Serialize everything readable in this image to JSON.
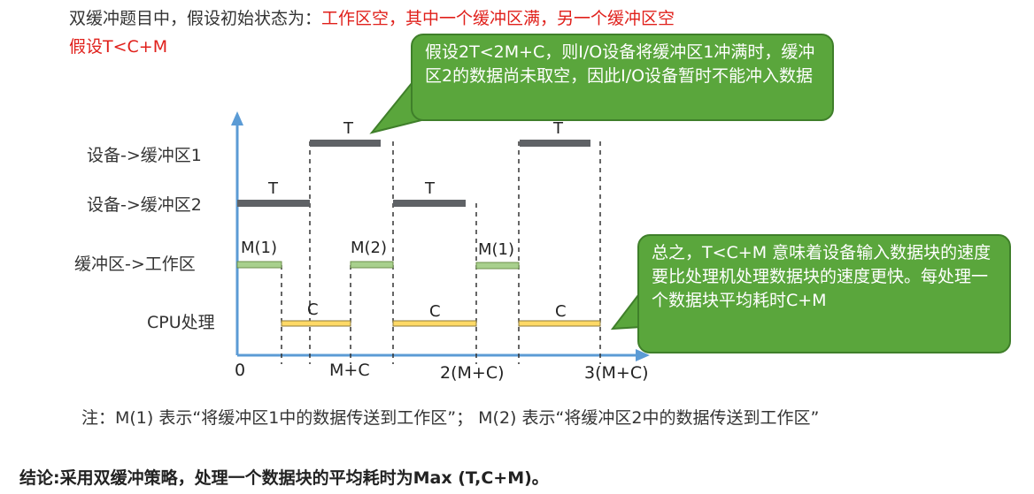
{
  "intro": {
    "line1_a": "双缓冲题目中，假设初始状态为：",
    "line1_b": "工作区空，其中一个缓冲区满，另一个缓冲区空",
    "line2": "假设T<C+M"
  },
  "rows": [
    {
      "label": "设备->缓冲区1"
    },
    {
      "label": "设备->缓冲区2"
    },
    {
      "label": "缓冲区->工作区"
    },
    {
      "label": "CPU处理"
    }
  ],
  "axis": {
    "ticks": [
      "0",
      "M+C",
      "2(M+C)",
      "3(M+C)"
    ]
  },
  "bars": [
    {
      "row": 0,
      "label": "T",
      "color": "#5f6266"
    },
    {
      "row": 0,
      "label": "T",
      "color": "#5f6266"
    },
    {
      "row": 1,
      "label": "T",
      "color": "#5f6266"
    },
    {
      "row": 1,
      "label": "T",
      "color": "#5f6266"
    },
    {
      "row": 2,
      "label": "M(1)",
      "color": "#a8d08d"
    },
    {
      "row": 2,
      "label": "M(2)",
      "color": "#a8d08d"
    },
    {
      "row": 2,
      "label": "M(1)",
      "color": "#a8d08d"
    },
    {
      "row": 3,
      "label": "C",
      "color": "#ffd966"
    },
    {
      "row": 3,
      "label": "C",
      "color": "#ffd966"
    },
    {
      "row": 3,
      "label": "C",
      "color": "#ffd966"
    }
  ],
  "callouts": {
    "top": "假设2T<2M+C，则I/O设备将缓冲区1冲满时，缓冲区2的数据尚未取空，因此I/O设备暂时不能冲入数据",
    "right": "总之，T<C+M 意味着设备输入数据块的速度要比处理机处理数据块的速度更快。每处理一个数据块平均耗时C+M"
  },
  "note": "注：M(1) 表示“将缓冲区1中的数据传送到工作区”；  M(2) 表示“将缓冲区2中的数据传送到工作区”",
  "conclusion": "结论:采用双缓冲策略，处理一个数据块的平均耗时为Max (T,C+M)。",
  "colors": {
    "accent": "#e0201b",
    "callout": "#5aa63c",
    "axis": "#5b9bd5"
  }
}
